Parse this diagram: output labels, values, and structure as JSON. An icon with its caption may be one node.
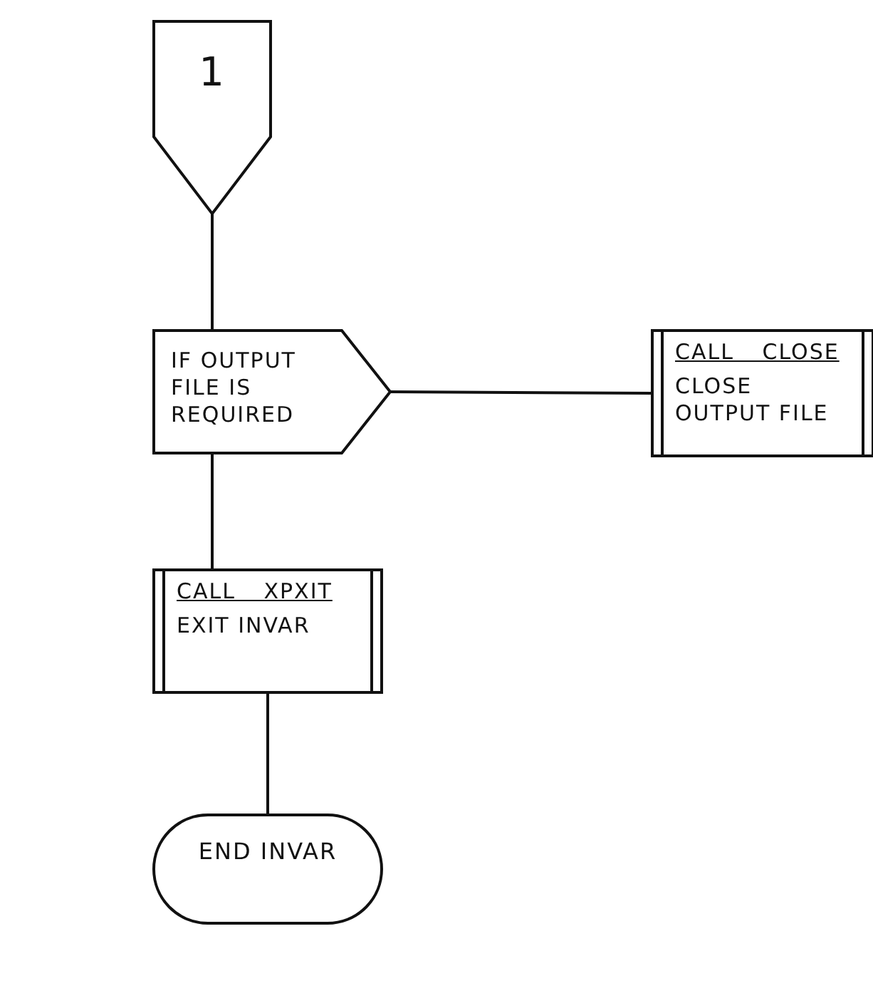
{
  "diagram": {
    "nodes": [
      {
        "text": [
          "1"
        ]
      },
      {
        "text": [
          "IF OUTPUT FILE IS REQUIRED"
        ]
      },
      {
        "text": [
          "CALL CLOSE",
          "CLOSE OUTPUT FILE"
        ]
      },
      {
        "text": [
          "CALL XPXIT",
          "EXIT INVAR"
        ]
      },
      {
        "text": [
          "END INVAR"
        ]
      }
    ],
    "edges": [
      {
        "from": 0,
        "to": 1,
        "arrow": "none"
      },
      {
        "from": 1,
        "to": 2,
        "arrow": "none"
      },
      {
        "from": 1,
        "to": 3,
        "arrow": "none"
      },
      {
        "from": 3,
        "to": 4,
        "arrow": "none"
      }
    ]
  }
}
